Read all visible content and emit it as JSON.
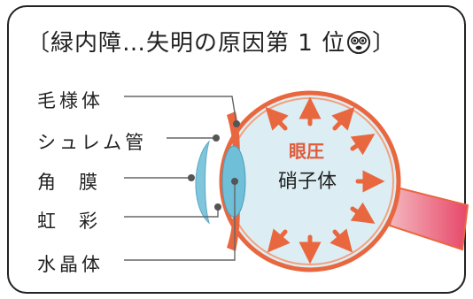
{
  "title": "〔緑内障…失明の原因第 1 位",
  "title_end": "〕",
  "labels": {
    "ciliary_body": "毛様体",
    "schlemm": "シュレム管",
    "cornea": "角膜",
    "iris": "虹彩",
    "lens": "水晶体"
  },
  "eye": {
    "pressure": "眼圧",
    "vitreous": "硝子体"
  },
  "colors": {
    "accent": "#e9673f",
    "eye_fill": "#dceef3",
    "cornea": "#7fc6dd",
    "lens": "#6fbfd8",
    "outline": "#222222",
    "connector": "#666666"
  },
  "icons": {
    "emoji": "worried-face-icon"
  }
}
